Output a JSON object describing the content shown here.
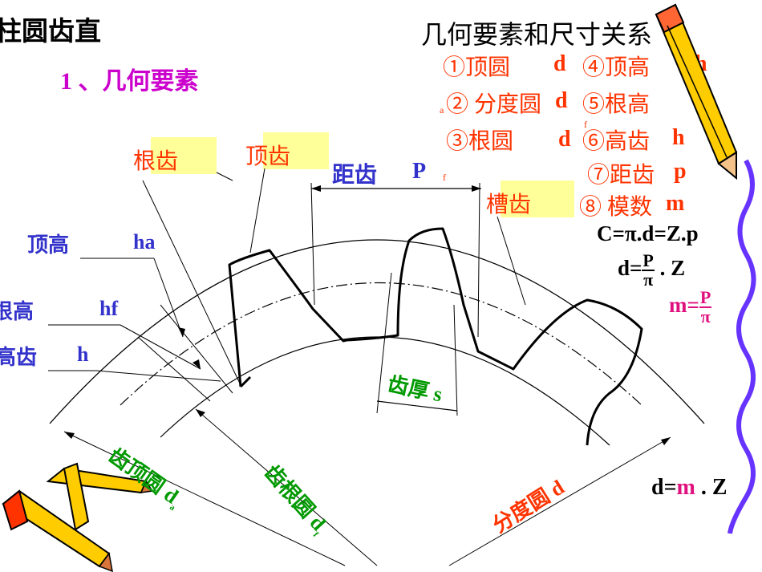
{
  "title": "柱圆齿直",
  "section": "1 、几何要素",
  "right_header": "几何要素和尺寸关系",
  "elements_list": [
    {
      "num": "①",
      "name": "顶圆",
      "sym": "d",
      "color": "#ff3300"
    },
    {
      "num": "②",
      "name": "分度圆",
      "sym": "d",
      "color": "#ff3300"
    },
    {
      "num": "③",
      "name": "根圆",
      "sym": "d",
      "color": "#ff3300"
    },
    {
      "num": "④",
      "name": "顶高",
      "sym": "h",
      "color": "#ff3300"
    },
    {
      "num": "⑤",
      "name": "根高",
      "sym": "h",
      "color": "#ff3300"
    },
    {
      "num": "⑥",
      "name": "高齿",
      "sym": "h",
      "color": "#ff3300"
    },
    {
      "num": "⑦",
      "name": "距齿",
      "sym": "p",
      "color": "#ff3300"
    },
    {
      "num": "⑧",
      "name": "模数",
      "sym": "m",
      "color": "#ff3300"
    }
  ],
  "subscripts": {
    "a": "a",
    "f": "f"
  },
  "formulas": {
    "circumference": "C=π.d=Z.p",
    "d_lhs": "d=",
    "d_num": "P",
    "d_den": "π",
    "d_rhs": ". Z",
    "m_lhs": "m=",
    "m_num": "P",
    "m_den": "π",
    "d_final_a": "d=",
    "d_final_m": "m",
    "d_final_b": " . Z"
  },
  "diagram_labels": {
    "root_tooth": "根齿",
    "top_tooth": "顶齿",
    "pitch": "距齿",
    "pitch_sym": "P",
    "pitch_sub": "f",
    "slot": "槽齿",
    "addendum": "顶高",
    "addendum_sym": "ha",
    "dedendum": "根高",
    "dedendum_sym": "hf",
    "height": "高齿",
    "height_sym": "h",
    "thickness": "齿厚 s",
    "tip_circle": "齿顶圆",
    "tip_sym": "d",
    "tip_sub": "a",
    "root_circle": "齿根圆",
    "root_sym": "d",
    "root_sub": "f",
    "pitch_circle": "分度圆",
    "pitch_circle_sym": "d"
  },
  "colors": {
    "red": "#ff3300",
    "blue": "#3333cc",
    "green": "#009900",
    "magenta": "#e0107f",
    "highlight": "#ffff99",
    "border": "#6633ff"
  }
}
